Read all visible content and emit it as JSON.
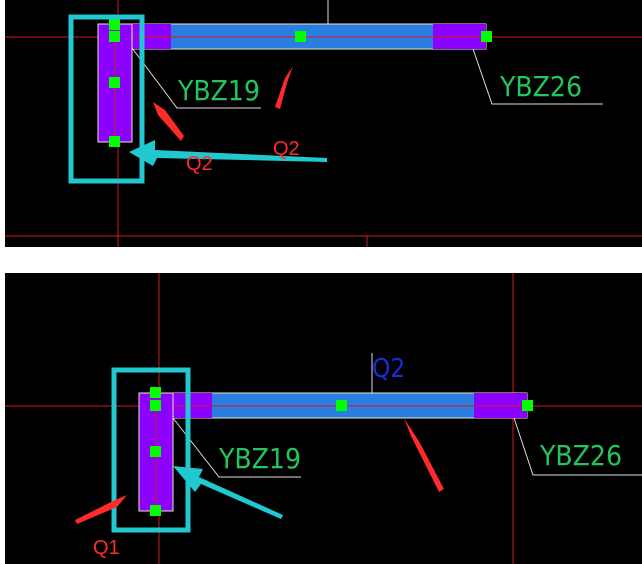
{
  "panels": [
    {
      "name": "top",
      "labels": {
        "column_left": "YBZ19",
        "column_right": "YBZ26",
        "callout_arrow": "Q2",
        "callout_box": "Q2"
      }
    },
    {
      "name": "bottom",
      "labels": {
        "wall": "Q2",
        "column_left": "YBZ19",
        "column_right": "YBZ26",
        "callout_box": "Q1"
      }
    }
  ],
  "colors": {
    "background": "#000000",
    "grid_line": "#d11a1a",
    "wall_fill": "#2a7de1",
    "column_fill": "#8b00ff",
    "grip": "#00ff00",
    "highlight_box": "#22c8cf",
    "label_green": "#22c55e",
    "label_red": "#ff2a2a",
    "label_blue": "#1d2bd8"
  }
}
